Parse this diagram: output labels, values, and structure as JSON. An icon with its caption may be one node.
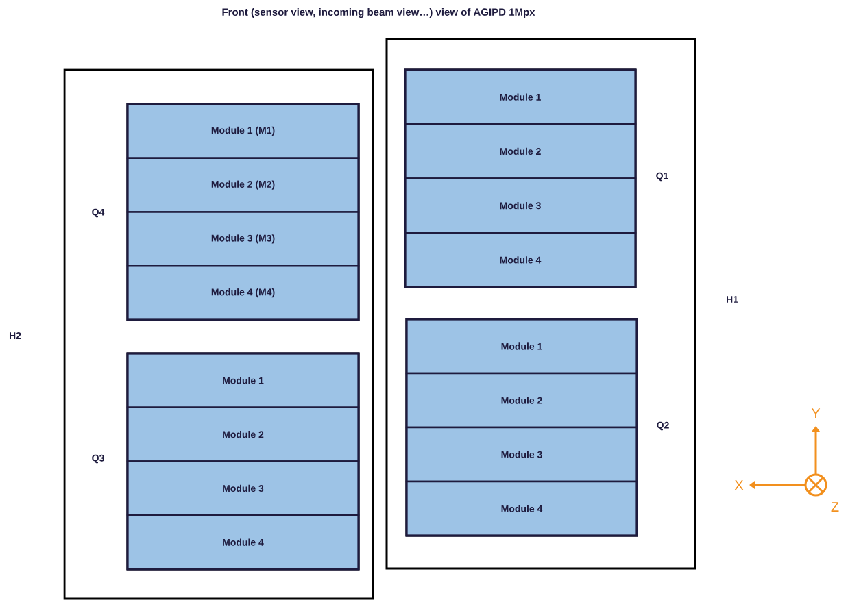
{
  "diagram": {
    "title": "Front (sensor view, incoming beam view…) view of AGIPD 1Mpx",
    "nodes": [
      {
        "text": [
          "H2"
        ]
      },
      {
        "text": [
          "Q4"
        ],
        "in": 0
      },
      {
        "text": [
          "Module 1 (M1)"
        ],
        "in": 1
      },
      {
        "text": [
          "Module 2 (M2)"
        ],
        "in": 1
      },
      {
        "text": [
          "Module 3 (M3)"
        ],
        "in": 1
      },
      {
        "text": [
          "Module 4 (M4)"
        ],
        "in": 1
      },
      {
        "text": [
          "Q3"
        ],
        "in": 0
      },
      {
        "text": [
          "Module 1"
        ],
        "in": 6
      },
      {
        "text": [
          "Module 2"
        ],
        "in": 6
      },
      {
        "text": [
          "Module 3"
        ],
        "in": 6
      },
      {
        "text": [
          "Module 4"
        ],
        "in": 6
      },
      {
        "text": [
          "H1"
        ]
      },
      {
        "text": [
          "Q1"
        ],
        "in": 11
      },
      {
        "text": [
          "Module 1"
        ],
        "in": 12
      },
      {
        "text": [
          "Module 2"
        ],
        "in": 12
      },
      {
        "text": [
          "Module 3"
        ],
        "in": 12
      },
      {
        "text": [
          "Module 4"
        ],
        "in": 12
      },
      {
        "text": [
          "Q2"
        ],
        "in": 11
      },
      {
        "text": [
          "Module 1"
        ],
        "in": 17
      },
      {
        "text": [
          "Module 2"
        ],
        "in": 17
      },
      {
        "text": [
          "Module 3"
        ],
        "in": 17
      },
      {
        "text": [
          "Module 4"
        ],
        "in": 17
      }
    ],
    "labels": [
      "Y",
      "X",
      "Z"
    ]
  }
}
